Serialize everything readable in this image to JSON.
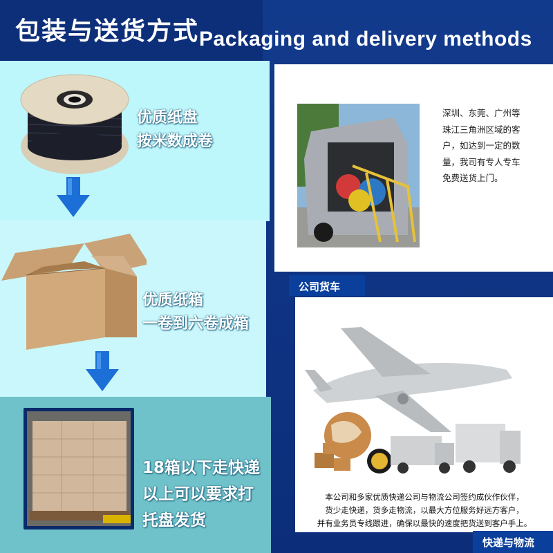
{
  "header": {
    "title_zh": "包装与送货方式",
    "title_en": "Packaging and delivery methods"
  },
  "steps": [
    {
      "line1": "优质纸盘",
      "line2": "按米数成卷"
    },
    {
      "line1": "优质纸箱",
      "line2": "一卷到六卷成箱"
    },
    {
      "line1": "18箱以下走快递",
      "line2": "以上可以要求打",
      "line3": "托盘发货"
    }
  ],
  "company_truck": {
    "tab_label": "公司货车",
    "desc_lines": [
      "深圳、东莞、广州等",
      "珠江三角洲区域的客",
      "户，如达到一定的数",
      "量，我司有专人专车",
      "免费送货上门。"
    ]
  },
  "express_logistics": {
    "tab_label": "快递与物流",
    "desc_lines": [
      "本公司和多家优质快递公司与物流公司签约成伙作伙伴，",
      "货少走快递，货多走物流，以最大方位服务好远方客户，",
      "并有业务员专线跟进，确保以最快的速度把货送到客户手上。"
    ]
  },
  "colors": {
    "background": "#0d2f7a",
    "panel_light": "#bdf6fb",
    "panel_dark": "#6fc2c9",
    "arrow": "#1b6fd6",
    "tab": "#0a3f9c"
  },
  "icons": [
    "down-arrow-icon",
    "down-arrow-icon"
  ]
}
